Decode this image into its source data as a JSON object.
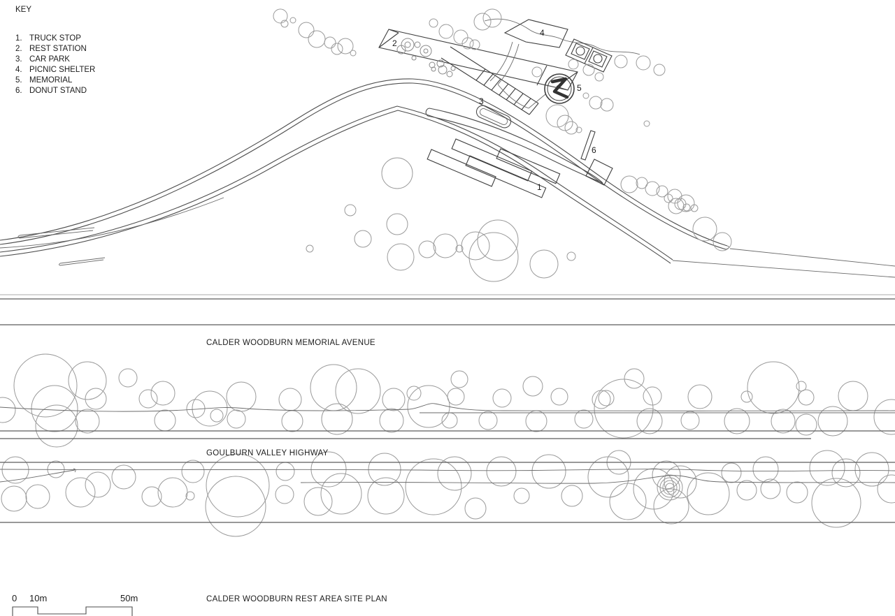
{
  "key": {
    "title": "KEY",
    "items": [
      {
        "num": "1.",
        "label": "TRUCK STOP"
      },
      {
        "num": "2.",
        "label": "REST STATION"
      },
      {
        "num": "3.",
        "label": "CAR PARK"
      },
      {
        "num": "4.",
        "label": "PICNIC SHELTER"
      },
      {
        "num": "5.",
        "label": "MEMORIAL"
      },
      {
        "num": "6.",
        "label": "DONUT STAND"
      }
    ]
  },
  "plan": {
    "site_labels": [
      {
        "text": "1"
      },
      {
        "text": "2"
      },
      {
        "text": "3"
      },
      {
        "text": "4"
      },
      {
        "text": "5"
      },
      {
        "text": "6"
      }
    ],
    "road_labels": {
      "avenue": "CALDER WOODBURN MEMORIAL AVENUE",
      "highway": "GOULBURN VALLEY HIGHWAY"
    },
    "trees": {
      "upper": [
        [
          401,
          23,
          10
        ],
        [
          407,
          34,
          5
        ],
        [
          419,
          29,
          4
        ],
        [
          438,
          43,
          11
        ],
        [
          453,
          56,
          12
        ],
        [
          472,
          61,
          8
        ],
        [
          482,
          70,
          8
        ],
        [
          494,
          66,
          11
        ],
        [
          505,
          76,
          4
        ],
        [
          620,
          33,
          6
        ],
        [
          638,
          45,
          10
        ],
        [
          659,
          53,
          10
        ],
        [
          669,
          62,
          8
        ],
        [
          679,
          64,
          7
        ],
        [
          690,
          31,
          12
        ],
        [
          704,
          26,
          13
        ],
        [
          768,
          103,
          7
        ],
        [
          820,
          92,
          7
        ],
        [
          842,
          100,
          8
        ],
        [
          857,
          110,
          6
        ],
        [
          888,
          88,
          9
        ],
        [
          920,
          90,
          10
        ],
        [
          943,
          100,
          8
        ],
        [
          925,
          177,
          4
        ],
        [
          838,
          137,
          4
        ],
        [
          852,
          147,
          9
        ],
        [
          868,
          150,
          9
        ],
        [
          900,
          264,
          12
        ],
        [
          918,
          262,
          8
        ],
        [
          933,
          270,
          10
        ],
        [
          947,
          274,
          8
        ],
        [
          956,
          284,
          6
        ],
        [
          965,
          281,
          10
        ],
        [
          973,
          292,
          8
        ],
        [
          981,
          291,
          12
        ],
        [
          993,
          298,
          5
        ],
        [
          967,
          295,
          11
        ],
        [
          982,
          297,
          5
        ],
        [
          1008,
          328,
          17
        ],
        [
          1033,
          346,
          13
        ],
        [
          568,
          248,
          22
        ],
        [
          501,
          301,
          8
        ],
        [
          443,
          356,
          5
        ],
        [
          519,
          342,
          12
        ],
        [
          568,
          321,
          15
        ],
        [
          573,
          368,
          19
        ],
        [
          611,
          357,
          12
        ],
        [
          637,
          352,
          17
        ],
        [
          657,
          356,
          5
        ],
        [
          680,
          352,
          20
        ],
        [
          712,
          344,
          29
        ],
        [
          706,
          368,
          35
        ],
        [
          778,
          378,
          20
        ],
        [
          817,
          367,
          6
        ],
        [
          797,
          166,
          16
        ],
        [
          808,
          176,
          11
        ],
        [
          817,
          183,
          9
        ],
        [
          828,
          186,
          4
        ]
      ],
      "courtyard": [
        [
          583,
          64,
          9
        ],
        [
          583,
          64,
          4
        ],
        [
          574,
          71,
          6
        ],
        [
          597,
          64,
          4
        ],
        [
          609,
          73,
          8
        ],
        [
          609,
          73,
          3
        ],
        [
          592,
          83,
          3
        ],
        [
          618,
          93,
          4
        ],
        [
          630,
          91,
          5
        ],
        [
          633,
          100,
          6
        ],
        [
          620,
          99,
          3
        ],
        [
          643,
          106,
          4
        ],
        [
          648,
          98,
          3
        ]
      ],
      "avenue": [
        [
          65,
          552,
          45
        ],
        [
          4,
          587,
          18
        ],
        [
          125,
          545,
          27
        ],
        [
          137,
          571,
          15
        ],
        [
          78,
          585,
          33
        ],
        [
          183,
          541,
          13
        ],
        [
          212,
          571,
          13
        ],
        [
          233,
          563,
          17
        ],
        [
          236,
          602,
          15
        ],
        [
          81,
          610,
          30
        ],
        [
          125,
          603,
          17
        ],
        [
          280,
          585,
          13
        ],
        [
          300,
          585,
          25
        ],
        [
          310,
          595,
          9
        ],
        [
          345,
          568,
          21
        ],
        [
          338,
          600,
          13
        ],
        [
          415,
          572,
          16
        ],
        [
          418,
          603,
          15
        ],
        [
          477,
          555,
          33
        ],
        [
          512,
          560,
          32
        ],
        [
          563,
          572,
          16
        ],
        [
          592,
          563,
          10
        ],
        [
          613,
          582,
          30
        ],
        [
          657,
          543,
          12
        ],
        [
          652,
          568,
          12
        ],
        [
          482,
          600,
          22
        ],
        [
          560,
          602,
          17
        ],
        [
          643,
          602,
          11
        ],
        [
          698,
          602,
          13
        ],
        [
          718,
          570,
          13
        ],
        [
          767,
          603,
          15
        ],
        [
          762,
          553,
          14
        ],
        [
          800,
          568,
          12
        ],
        [
          835,
          600,
          13
        ],
        [
          860,
          572,
          13
        ],
        [
          892,
          585,
          42
        ],
        [
          907,
          542,
          14
        ],
        [
          867,
          570,
          11
        ],
        [
          933,
          567,
          13
        ],
        [
          929,
          603,
          18
        ],
        [
          1001,
          568,
          17
        ],
        [
          987,
          602,
          13
        ],
        [
          1054,
          603,
          18
        ],
        [
          1068,
          568,
          8
        ],
        [
          1106,
          555,
          37
        ],
        [
          1146,
          553,
          7
        ],
        [
          1153,
          569,
          11
        ],
        [
          1120,
          603,
          17
        ],
        [
          1153,
          608,
          15
        ],
        [
          1191,
          603,
          21
        ],
        [
          1220,
          567,
          21
        ],
        [
          1275,
          597,
          25
        ]
      ],
      "highway": [
        [
          22,
          673,
          19
        ],
        [
          80,
          672,
          12
        ],
        [
          20,
          714,
          18
        ],
        [
          54,
          711,
          17
        ],
        [
          115,
          705,
          21
        ],
        [
          140,
          694,
          18
        ],
        [
          177,
          683,
          17
        ],
        [
          217,
          711,
          14
        ],
        [
          247,
          705,
          21
        ],
        [
          272,
          710,
          6
        ],
        [
          276,
          675,
          16
        ],
        [
          340,
          695,
          45
        ],
        [
          337,
          725,
          43
        ],
        [
          408,
          675,
          13
        ],
        [
          407,
          708,
          13
        ],
        [
          470,
          672,
          25
        ],
        [
          488,
          707,
          29
        ],
        [
          455,
          718,
          20
        ],
        [
          550,
          672,
          23
        ],
        [
          552,
          710,
          26
        ],
        [
          620,
          697,
          40
        ],
        [
          650,
          678,
          24
        ],
        [
          680,
          728,
          15
        ],
        [
          717,
          675,
          21
        ],
        [
          746,
          710,
          11
        ],
        [
          785,
          675,
          24
        ],
        [
          818,
          710,
          15
        ],
        [
          870,
          683,
          29
        ],
        [
          885,
          662,
          17
        ],
        [
          898,
          718,
          26
        ],
        [
          935,
          700,
          29
        ],
        [
          953,
          680,
          20
        ],
        [
          960,
          725,
          25
        ],
        [
          973,
          690,
          23
        ],
        [
          958,
          698,
          18
        ],
        [
          958,
          698,
          14
        ],
        [
          958,
          698,
          10
        ],
        [
          958,
          698,
          6
        ],
        [
          1013,
          707,
          30
        ],
        [
          1046,
          677,
          14
        ],
        [
          1068,
          702,
          14
        ],
        [
          1095,
          672,
          18
        ],
        [
          1102,
          700,
          14
        ],
        [
          1140,
          705,
          15
        ],
        [
          1183,
          670,
          25
        ],
        [
          1196,
          720,
          35
        ],
        [
          1210,
          677,
          20
        ],
        [
          1247,
          672,
          24
        ],
        [
          1275,
          700,
          20
        ]
      ]
    }
  },
  "scale_bar": {
    "zero": "0",
    "ten": "10m",
    "fifty": "50m"
  },
  "title": "CALDER WOODBURN REST AREA SITE PLAN"
}
